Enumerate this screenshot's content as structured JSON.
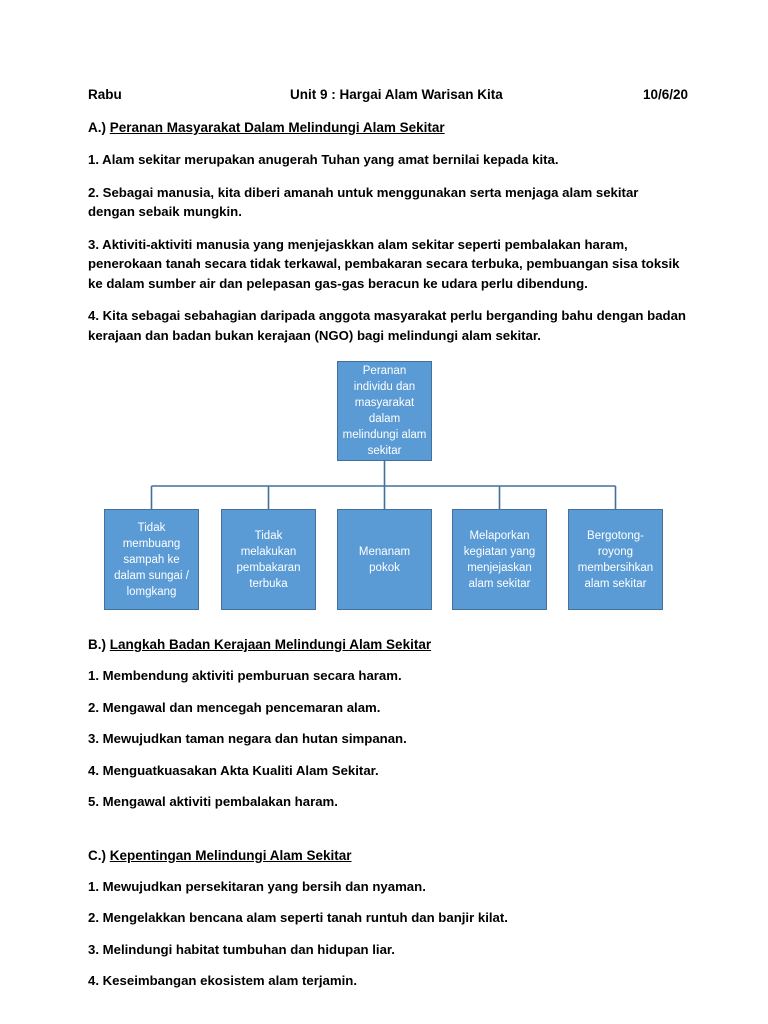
{
  "header": {
    "day": "Rabu",
    "title": "Unit 9 : Hargai Alam Warisan Kita",
    "date": "10/6/20"
  },
  "sections": {
    "a": {
      "prefix": "A.) ",
      "heading": "Peranan Masyarakat Dalam Melindungi Alam Sekitar",
      "paragraphs": [
        "1. Alam sekitar merupakan anugerah Tuhan yang amat bernilai kepada kita.",
        "2. Sebagai manusia, kita diberi amanah untuk menggunakan serta menjaga alam sekitar dengan sebaik mungkin.",
        "3. Aktiviti-aktiviti manusia yang menjejaskkan alam sekitar seperti pembalakan haram, penerokaan tanah secara tidak terkawal, pembakaran secara terbuka, pembuangan sisa toksik ke dalam sumber air dan pelepasan gas-gas beracun ke udara perlu dibendung.",
        "4. Kita sebagai sebahagian daripada anggota masyarakat perlu berganding bahu dengan badan kerajaan dan badan bukan kerajaan (NGO) bagi melindungi alam sekitar."
      ]
    },
    "b": {
      "prefix": "B.) ",
      "heading": "Langkah Badan Kerajaan Melindungi Alam Sekitar",
      "paragraphs": [
        "1. Membendung aktiviti pemburuan secara haram.",
        "2. Mengawal dan mencegah pencemaran alam.",
        "3. Mewujudkan taman negara dan hutan simpanan.",
        "4. Menguatkuasakan Akta Kualiti Alam Sekitar.",
        "5. Mengawal aktiviti pembalakan haram."
      ]
    },
    "c": {
      "prefix": "C.) ",
      "heading": "Kepentingan Melindungi Alam Sekitar",
      "paragraphs": [
        "1. Mewujudkan persekitaran yang bersih dan nyaman.",
        "2. Mengelakkan bencana alam seperti tanah runtuh dan banjir kilat.",
        "3. Melindungi habitat tumbuhan dan hidupan liar.",
        "4. Keseimbangan ekosistem alam terjamin."
      ]
    }
  },
  "orgchart": {
    "fill_color": "#5B9BD5",
    "border_color": "#41719C",
    "connector_color": "#41719C",
    "root": "Peranan individu dan masyarakat dalam melindungi alam sekitar",
    "children": [
      "Tidak membuang sampah ke dalam sungai / lomgkang",
      "Tidak melakukan pembakaran terbuka",
      "Menanam pokok",
      "Melaporkan kegiatan yang menjejaskan alam sekitar",
      "Bergotong-royong membersihkan alam sekitar"
    ]
  }
}
